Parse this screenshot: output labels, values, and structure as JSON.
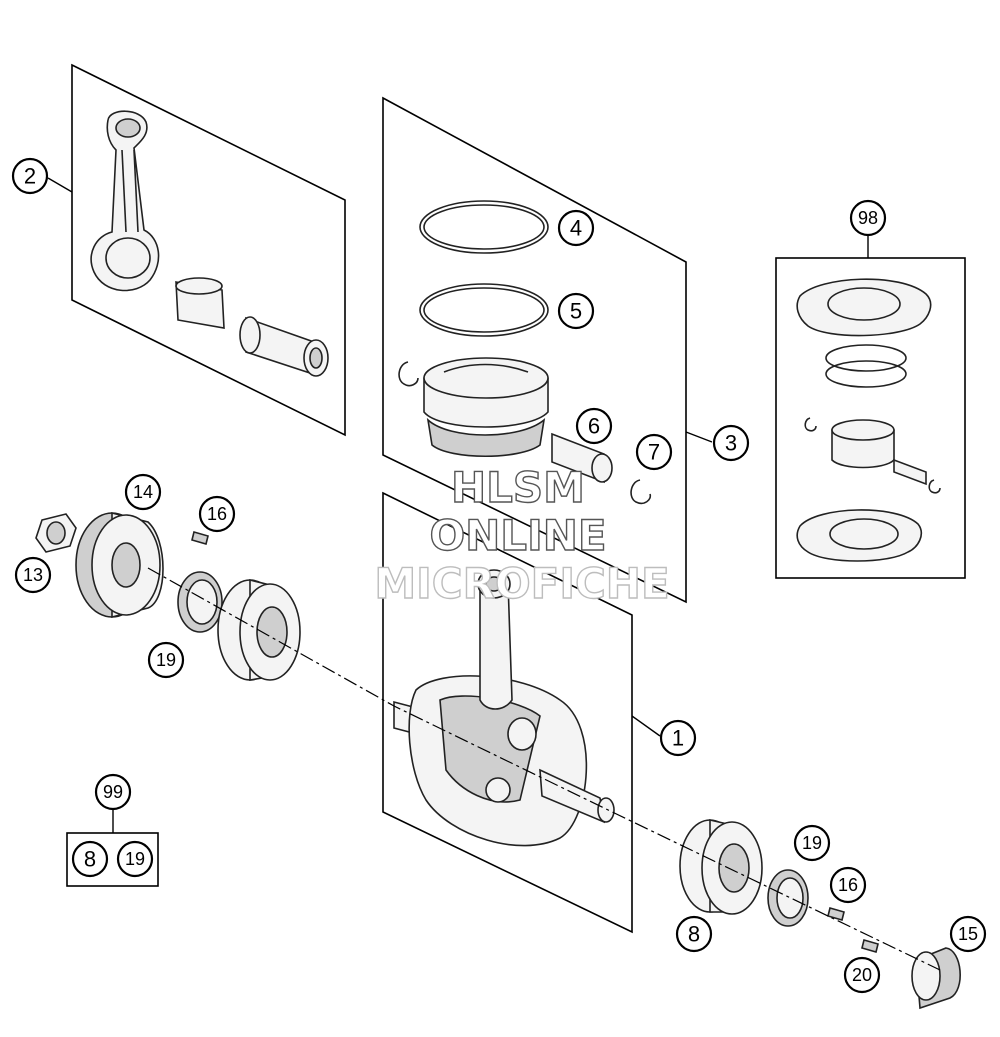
{
  "callouts": {
    "c1": "1",
    "c2": "2",
    "c3": "3",
    "c4": "4",
    "c5": "5",
    "c6": "6",
    "c7": "7",
    "c8": "8",
    "c8b": "8",
    "c13": "13",
    "c14": "14",
    "c15": "15",
    "c16a": "16",
    "c16b": "16",
    "c19a": "19",
    "c19b": "19",
    "c19c": "19",
    "c20": "20",
    "c98": "98",
    "c99": "99"
  },
  "watermark": {
    "line1": "HLSM",
    "line2": "ONLINE",
    "line3": "MICROFICHE"
  }
}
